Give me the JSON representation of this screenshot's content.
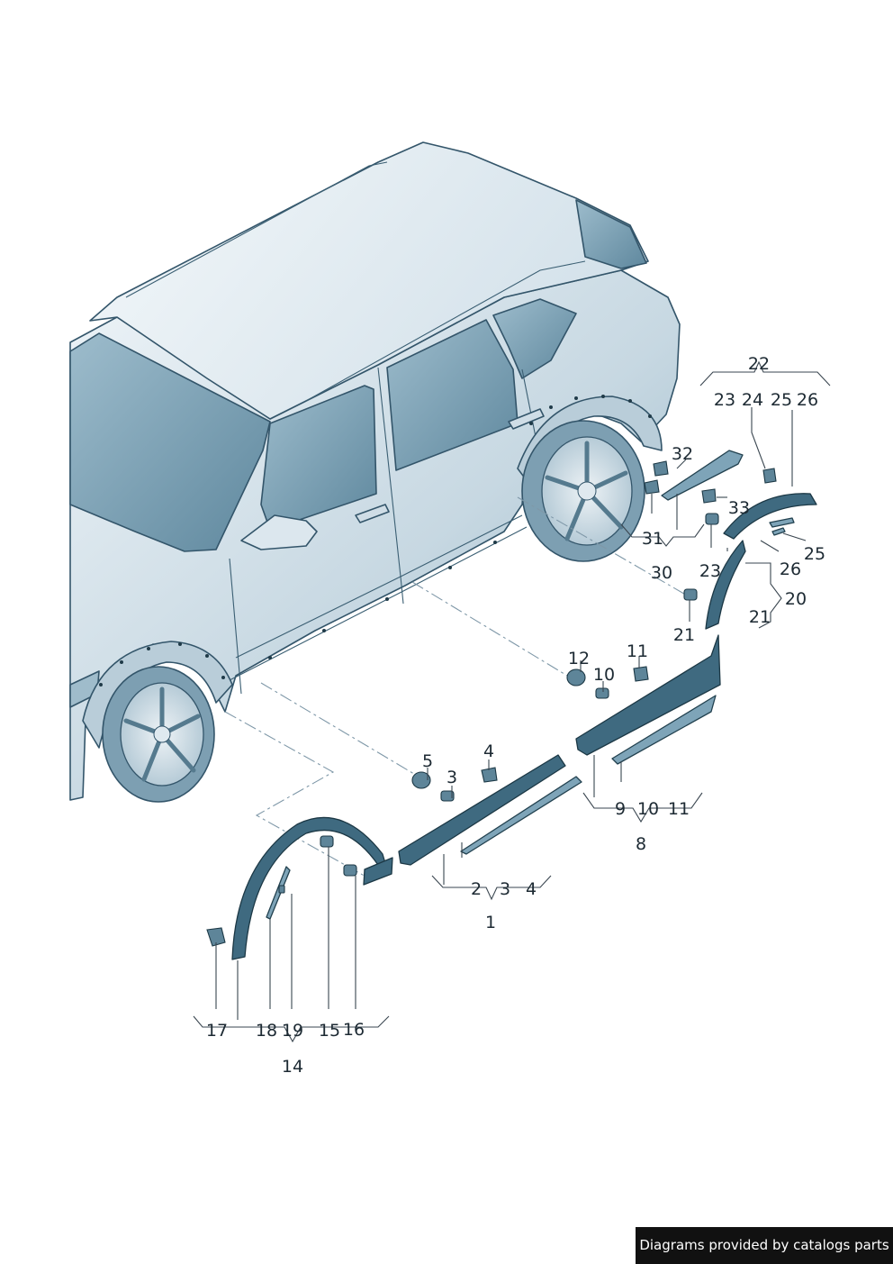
{
  "callouts": {
    "l1": "1",
    "l2": "2",
    "l3a": "3",
    "l3b": "3",
    "l4a": "4",
    "l4b": "4",
    "l5": "5",
    "l8": "8",
    "l9": "9",
    "l10a": "10",
    "l10b": "10",
    "l11a": "11",
    "l11b": "11",
    "l12": "12",
    "l14": "14",
    "l15": "15",
    "l16": "16",
    "l17": "17",
    "l18": "18",
    "l19": "19",
    "l20": "20",
    "l21a": "21",
    "l21b": "21",
    "l22": "22",
    "l23a": "23",
    "l23b": "23",
    "l24": "24",
    "l25a": "25",
    "l25b": "25",
    "l26a": "26",
    "l26b": "26",
    "l30": "30",
    "l31": "31",
    "l32": "32",
    "l33": "33"
  },
  "footer": {
    "credit": "Diagrams provided by catalogs parts"
  },
  "colors": {
    "body_light": "#d7e4ec",
    "body_mid": "#a9c3d2",
    "glass": "#7fa3b7",
    "part": "#3f6a80",
    "credit_bg": "#111111"
  }
}
